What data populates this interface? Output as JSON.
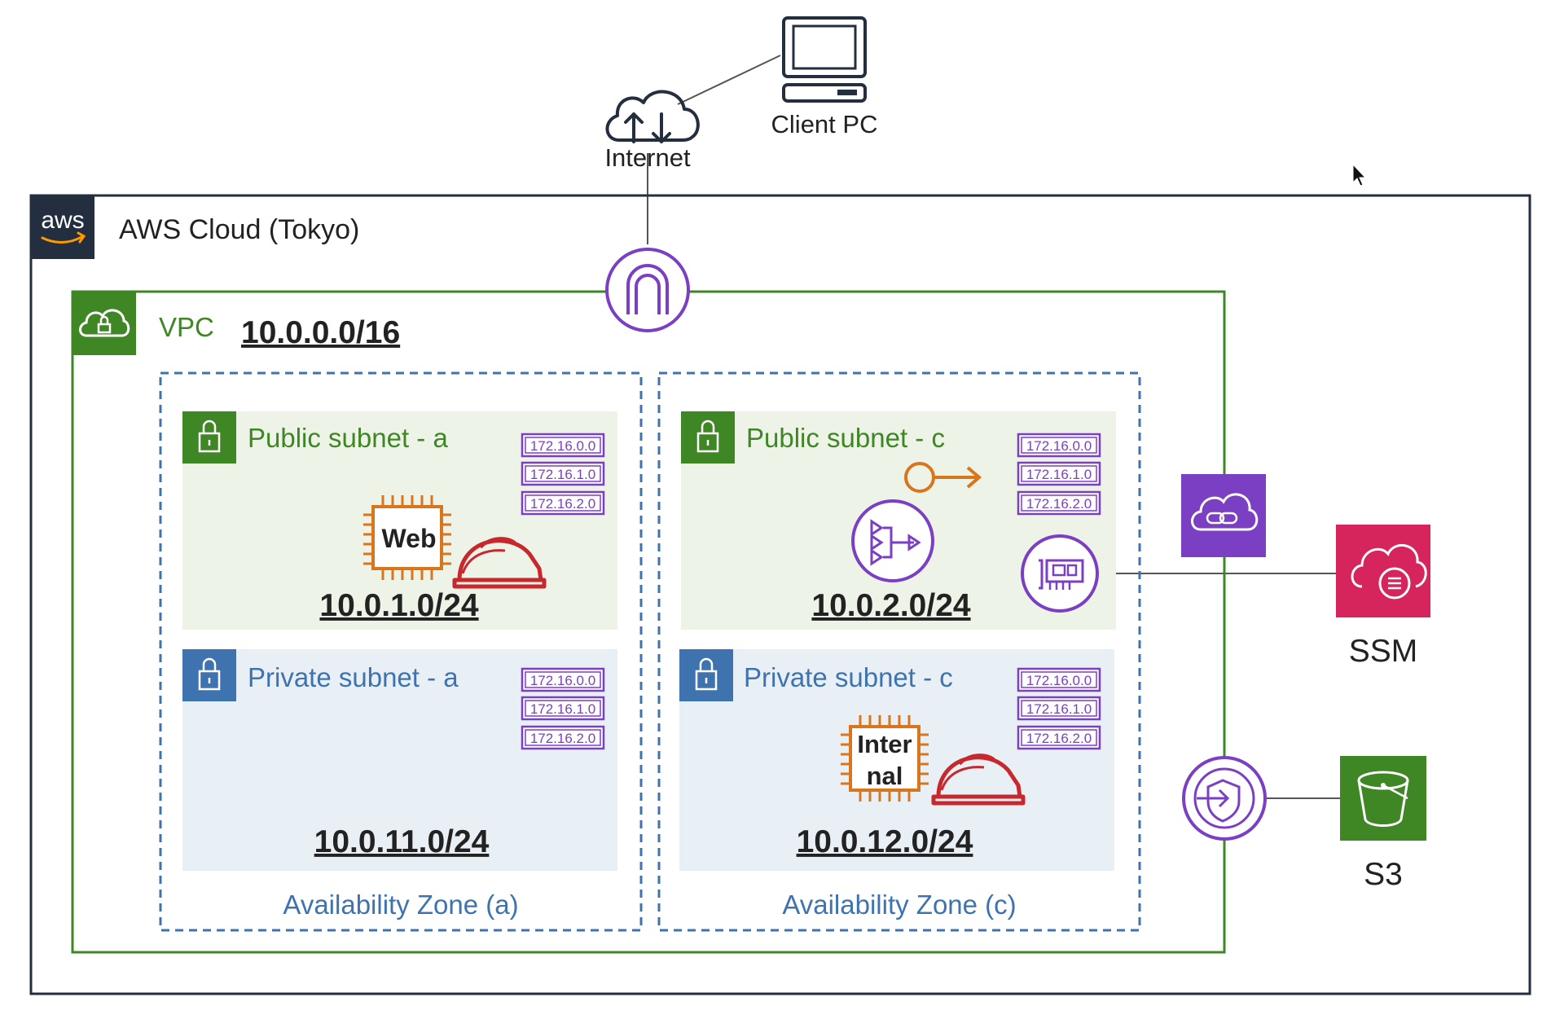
{
  "diagram": {
    "client_pc": {
      "label": "Client PC"
    },
    "internet": {
      "label": "Internet"
    },
    "aws_cloud": {
      "logo_text": "aws",
      "label": "AWS Cloud (Tokyo)"
    },
    "vpc": {
      "label": "VPC",
      "cidr": "10.0.0.0/16"
    },
    "subnets": [
      {
        "label": "Public subnet - a",
        "cidr": "10.0.1.0/24",
        "kind": "public",
        "ips": [
          "172.16.0.0",
          "172.16.1.0",
          "172.16.2.0"
        ]
      },
      {
        "label": "Public subnet - c",
        "cidr": "10.0.2.0/24",
        "kind": "public",
        "ips": [
          "172.16.0.0",
          "172.16.1.0",
          "172.16.2.0"
        ]
      },
      {
        "label": "Private subnet - a",
        "cidr": "10.0.11.0/24",
        "kind": "private",
        "ips": [
          "172.16.0.0",
          "172.16.1.0",
          "172.16.2.0"
        ]
      },
      {
        "label": "Private subnet - c",
        "cidr": "10.0.12.0/24",
        "kind": "private",
        "ips": [
          "172.16.0.0",
          "172.16.1.0",
          "172.16.2.0"
        ]
      }
    ],
    "instances": {
      "web": {
        "label": "Web"
      },
      "internal": {
        "line1": "Inter",
        "line2": "nal"
      }
    },
    "availability_zones": [
      {
        "label": "Availability Zone (a)"
      },
      {
        "label": "Availability Zone (c)"
      }
    ],
    "services": {
      "ssm": {
        "label": "SSM"
      },
      "s3": {
        "label": "S3"
      }
    },
    "colors": {
      "vpc_green": "#3f8624",
      "public_fill": "#eef3e8",
      "private_fill": "#e8f0f6",
      "private_blue": "#3f73b0",
      "endpoint_purple": "#7b3fc4",
      "ec2_orange": "#d8761d",
      "helmet_red": "#c7282d",
      "ssm_pink": "#d6245c",
      "s3_green": "#3f8624",
      "aws_dark": "#232f3e"
    }
  }
}
